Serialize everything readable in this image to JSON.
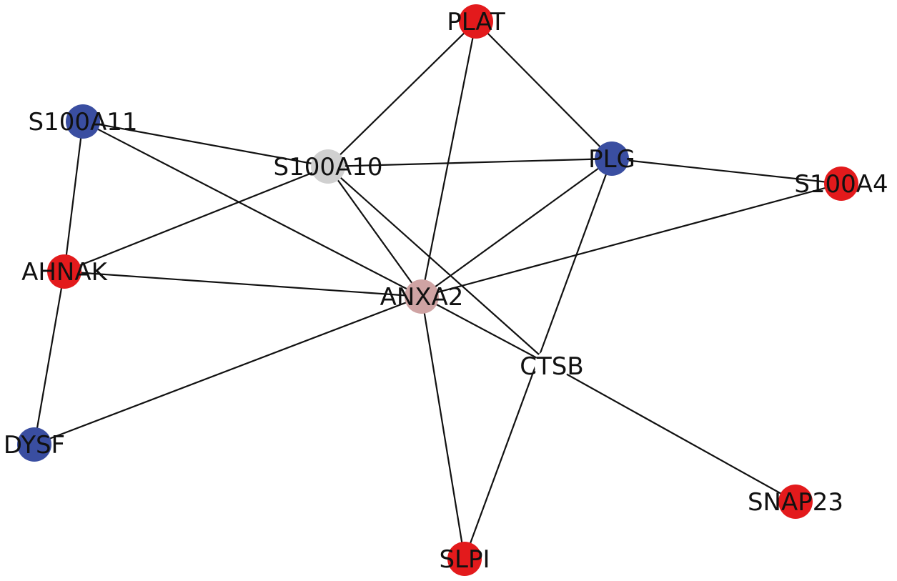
{
  "colors": {
    "red": "#e31a1c",
    "blue": "#3a4ea1",
    "gray": "#d0d0d0",
    "pink": "#cfa3a3",
    "white": "#ffffff",
    "edge": "#111111"
  },
  "nodes": [
    {
      "id": "PLAT",
      "label": "PLAT",
      "color": "red"
    },
    {
      "id": "S100A11",
      "label": "S100A11",
      "color": "blue"
    },
    {
      "id": "S100A10",
      "label": "S100A10",
      "color": "gray"
    },
    {
      "id": "PLG",
      "label": "PLG",
      "color": "blue"
    },
    {
      "id": "S100A4",
      "label": "S100A4",
      "color": "red"
    },
    {
      "id": "AHNAK",
      "label": "AHNAK",
      "color": "red"
    },
    {
      "id": "ANXA2",
      "label": "ANXA2",
      "color": "pink"
    },
    {
      "id": "CTSB",
      "label": "CTSB",
      "color": "white"
    },
    {
      "id": "DYSF",
      "label": "DYSF",
      "color": "blue"
    },
    {
      "id": "SNAP23",
      "label": "SNAP23",
      "color": "red"
    },
    {
      "id": "SLPI",
      "label": "SLPI",
      "color": "red"
    }
  ],
  "edges": [
    [
      "PLAT",
      "S100A10"
    ],
    [
      "PLAT",
      "PLG"
    ],
    [
      "PLAT",
      "ANXA2"
    ],
    [
      "S100A11",
      "S100A10"
    ],
    [
      "S100A11",
      "AHNAK"
    ],
    [
      "S100A11",
      "ANXA2"
    ],
    [
      "S100A10",
      "PLG"
    ],
    [
      "S100A10",
      "AHNAK"
    ],
    [
      "S100A10",
      "ANXA2"
    ],
    [
      "S100A10",
      "CTSB"
    ],
    [
      "PLG",
      "S100A4"
    ],
    [
      "PLG",
      "ANXA2"
    ],
    [
      "PLG",
      "SLPI"
    ],
    [
      "S100A4",
      "ANXA2"
    ],
    [
      "AHNAK",
      "ANXA2"
    ],
    [
      "AHNAK",
      "DYSF"
    ],
    [
      "DYSF",
      "ANXA2"
    ],
    [
      "ANXA2",
      "CTSB"
    ],
    [
      "ANXA2",
      "SLPI"
    ],
    [
      "CTSB",
      "SNAP23"
    ]
  ]
}
